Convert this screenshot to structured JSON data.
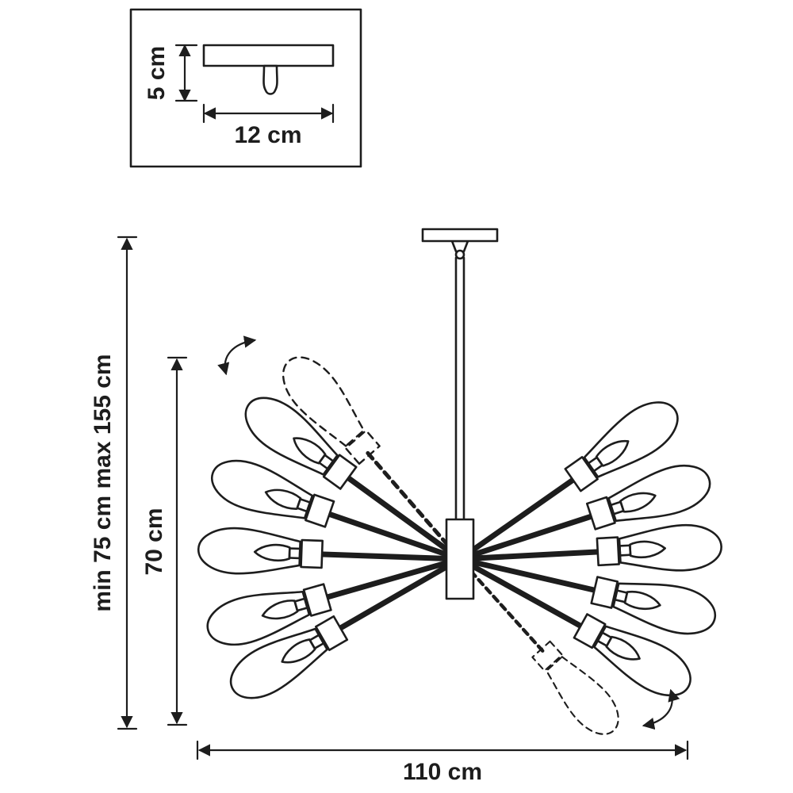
{
  "inset": {
    "height_label": "5 cm",
    "width_label": "12 cm"
  },
  "dimensions": {
    "overall_height": "min 75 cm max 155 cm",
    "body_height": "70 cm",
    "width": "110 cm"
  },
  "figure": {
    "arm_count": 10
  },
  "colors": {
    "line": "#1d1d1d",
    "background": "#ffffff"
  }
}
